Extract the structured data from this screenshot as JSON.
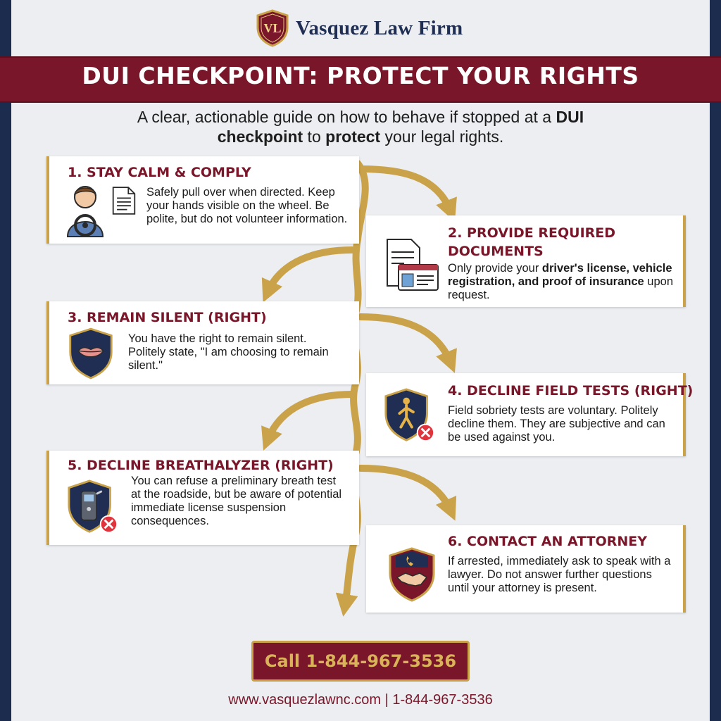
{
  "brand": {
    "name": "Vasquez Law Firm",
    "monogram": "VL"
  },
  "banner": {
    "title": "DUI CHECKPOINT: PROTECT YOUR RIGHTS"
  },
  "intro": {
    "part1": "A clear, actionable guide on how to behave if stopped at a ",
    "bold1": "DUI checkpoint",
    "part2": " to ",
    "bold2": "protect",
    "part3": " your legal rights."
  },
  "steps": [
    {
      "title": "1. STAY CALM & COMPLY",
      "body": "Safely pull over when directed. Keep your hands visible on the wheel. Be polite, but do not volunteer information.",
      "icon": "driver-icon"
    },
    {
      "title": "2. PROVIDE REQUIRED DOCUMENTS",
      "body_pre": "Only provide your ",
      "body_bold": "driver's license, vehicle registration, and proof of insurance",
      "body_post": " upon request.",
      "icon": "documents-icon"
    },
    {
      "title": "3. REMAIN SILENT (RIGHT)",
      "body": "You have the right to remain silent. Politely state, \"I am choosing to remain silent.\"",
      "icon": "lips-shield-icon"
    },
    {
      "title": "4. DECLINE FIELD TESTS (RIGHT)",
      "body": "Field sobriety tests are voluntary. Politely decline them. They are subjective and can be used against you.",
      "icon": "walking-shield-icon"
    },
    {
      "title": "5. DECLINE BREATHALYZER (RIGHT)",
      "body": "You can refuse a preliminary breath test at the roadside, but be aware of potential immediate license suspension consequences.",
      "icon": "breathalyzer-shield-icon"
    },
    {
      "title": "6. CONTACT AN ATTORNEY",
      "body": "If arrested, immediately ask to speak with a lawyer. Do not answer further questions until your attorney is present.",
      "icon": "handshake-shield-icon"
    }
  ],
  "cta": {
    "label": "Call 1-844-967-3536"
  },
  "footer": {
    "text": "www.vasquezlawnc.com | 1-844-967-3536"
  },
  "colors": {
    "navy": "#1c2c4e",
    "maroon": "#7a1629",
    "gold": "#c9a24a",
    "background": "#eceef1"
  }
}
